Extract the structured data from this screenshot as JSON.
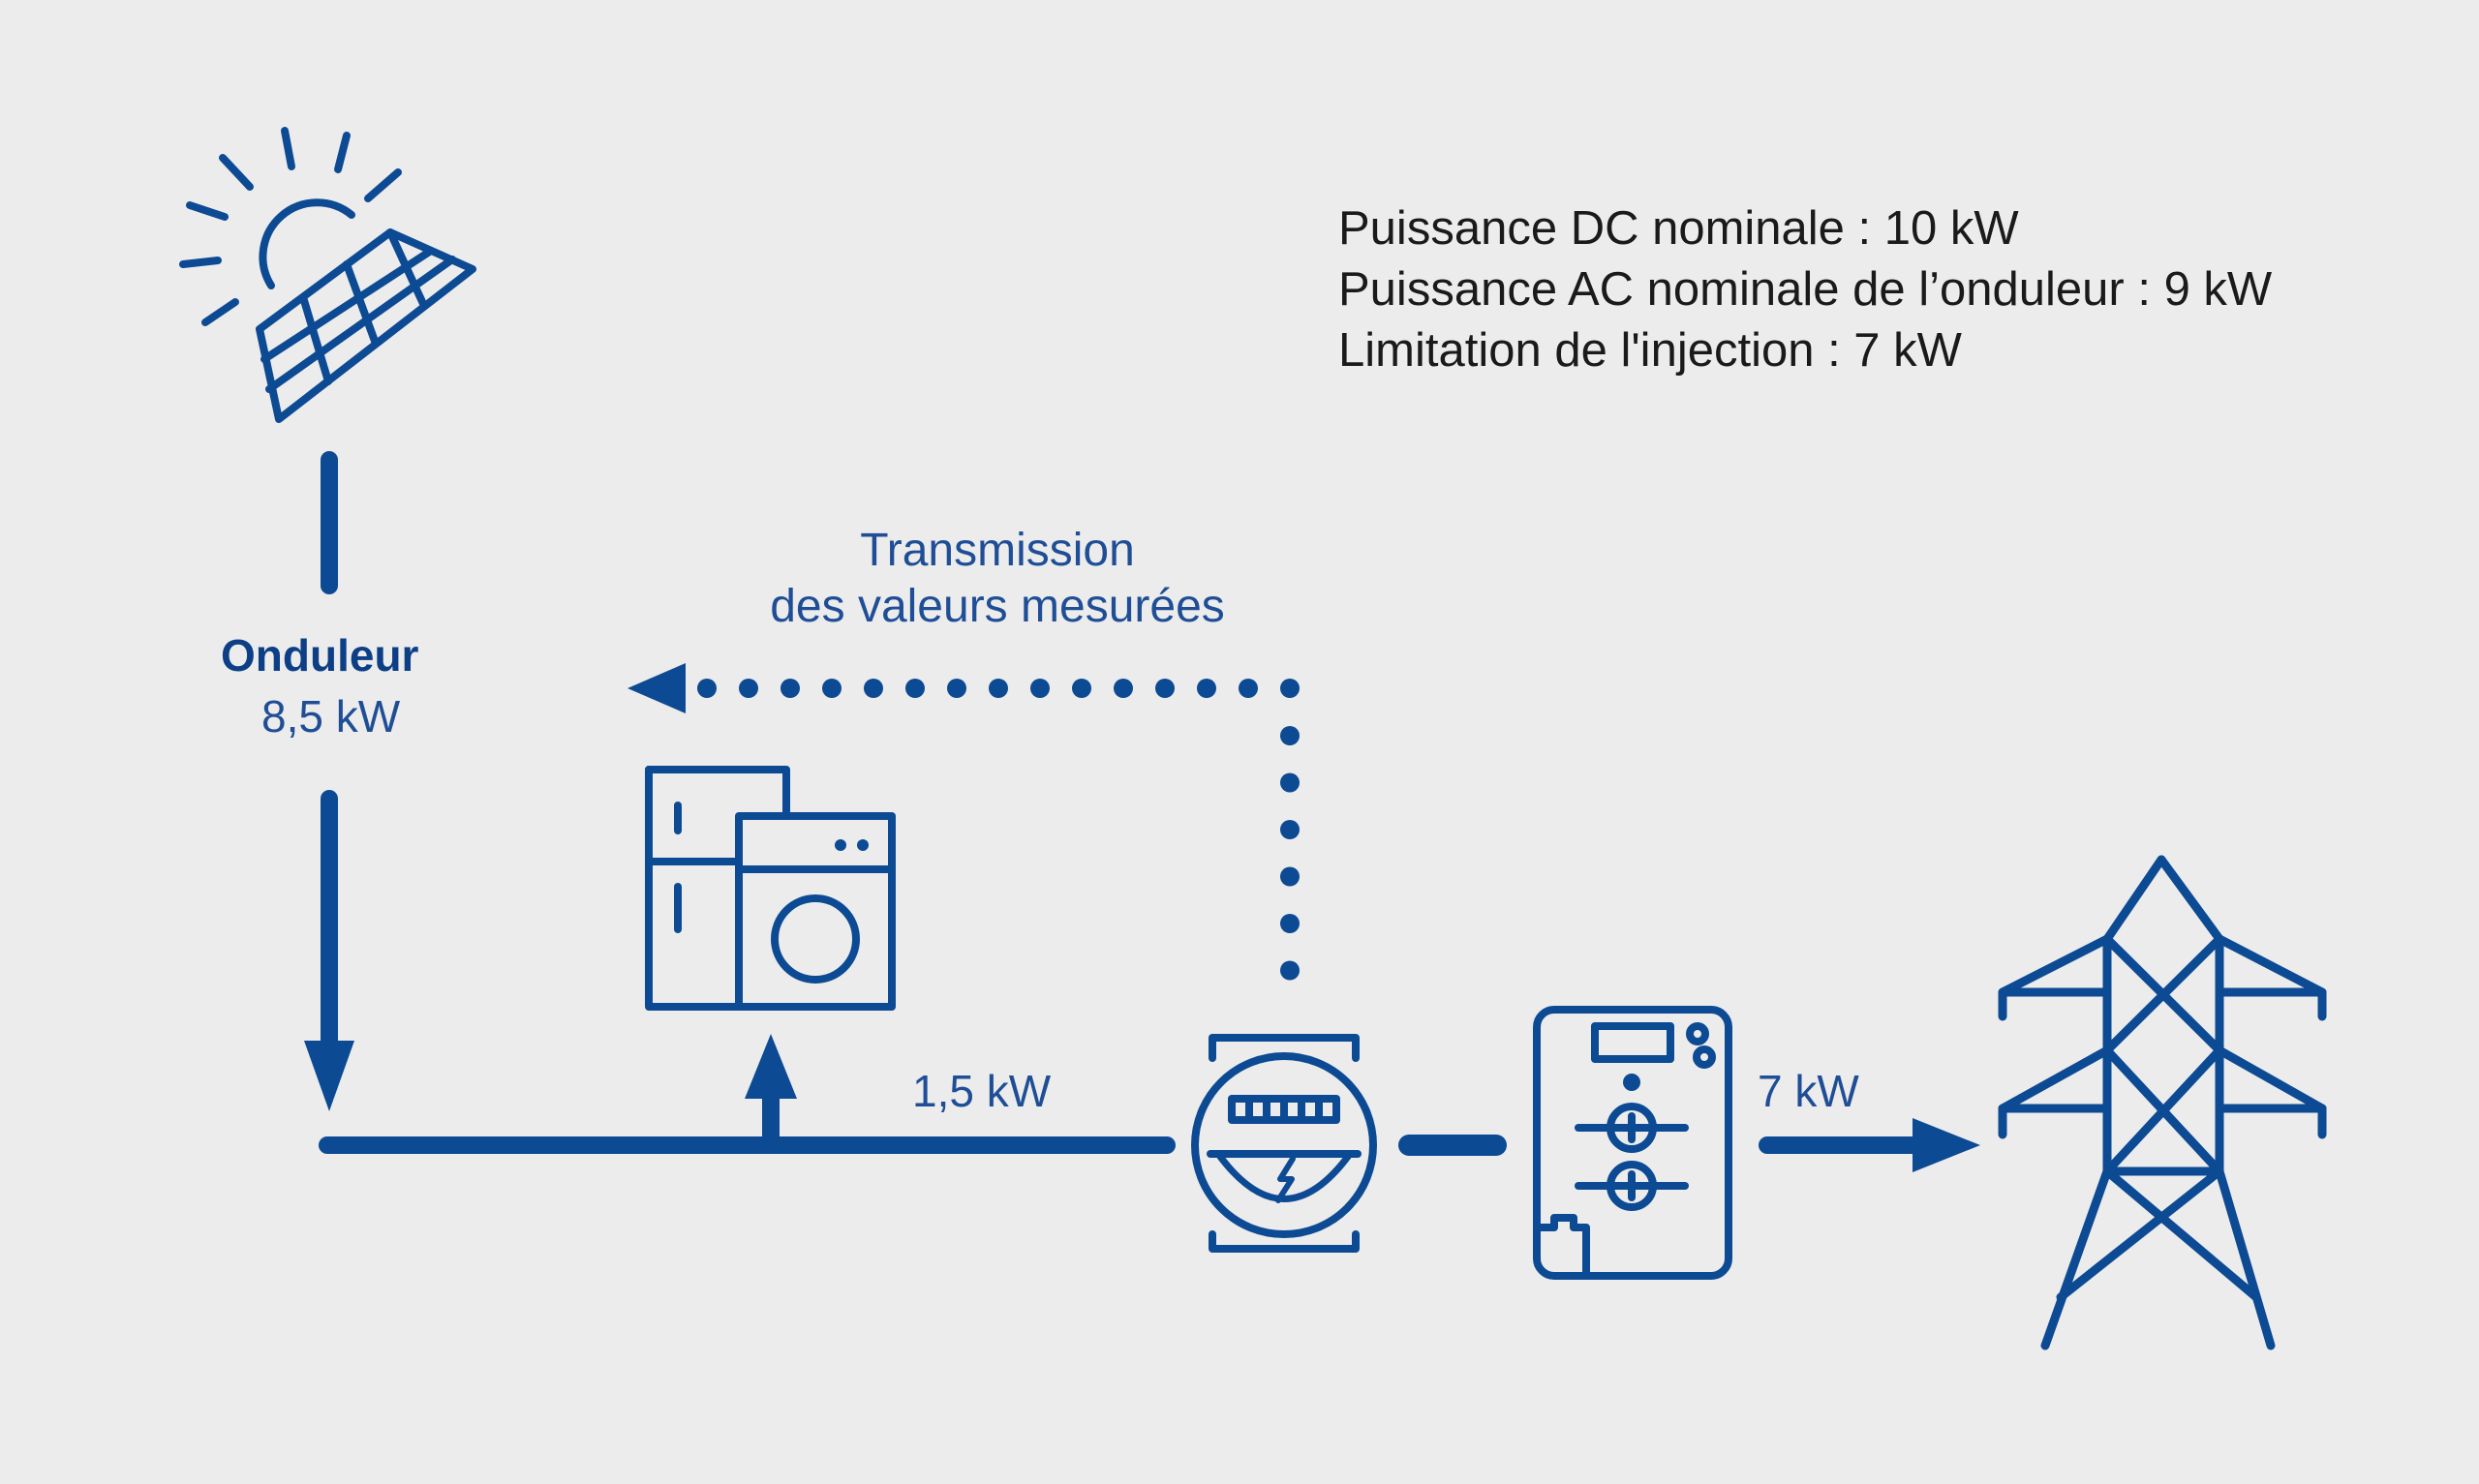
{
  "specs": {
    "dc_nominal": "Puissance DC nominale : 10 kW",
    "ac_nominal": "Puissance AC nominale de l’onduleur : 9 kW",
    "feed_in_limit": "Limitation de l'injection : 7 kW"
  },
  "inverter": {
    "title": "Onduleur",
    "value": "8,5 kW"
  },
  "transmission": {
    "line1": "Transmission",
    "line2": "des valeurs mesurées"
  },
  "flows": {
    "household": "1,5 kW",
    "grid": "7 kW"
  },
  "icons": [
    "solar-panel-icon",
    "appliances-icon",
    "electricity-meter-icon",
    "control-box-icon",
    "power-pylon-icon"
  ],
  "colors": {
    "primary": "#0d4a94",
    "text": "#1a1a1a",
    "background": "#ececec"
  }
}
